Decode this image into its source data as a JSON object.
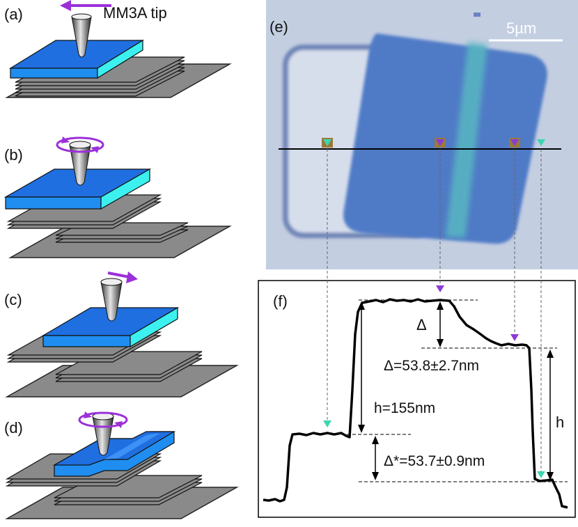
{
  "figure": {
    "panel_labels": {
      "a": "(a)",
      "b": "(b)",
      "c": "(c)",
      "d": "(d)",
      "e": "(e)",
      "f": "(f)"
    },
    "tip_label": "MM3A tip",
    "scale_bar": "5µm",
    "annotations": {
      "delta_symbol": "Δ",
      "delta_value": "Δ=53.8±2.7nm",
      "h_value": "h=155nm",
      "h_symbol": "h",
      "delta_star_value": "Δ*=53.7±0.9nm"
    },
    "colors": {
      "tip_arrow": "#9b30d9",
      "flake_top": "#1f6fe0",
      "flake_side": "#3cf0f0",
      "substrate": "#8a8a8a",
      "marker_green": "#3cd6b0",
      "marker_purple": "#8a3ad8",
      "optical_bg": "#b8c6dc",
      "optical_flake": "#4f78c8"
    }
  }
}
